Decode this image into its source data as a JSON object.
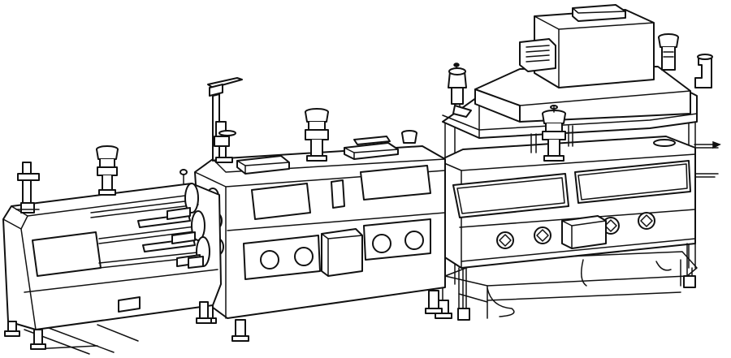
{
  "colors": {
    "stroke": "#111111",
    "fill": "#ffffff",
    "background": "#ffffff"
  },
  "modules": [
    {
      "id": "extruder-module"
    },
    {
      "id": "center-module"
    },
    {
      "id": "right-module"
    },
    {
      "id": "upper-tank-module"
    }
  ]
}
